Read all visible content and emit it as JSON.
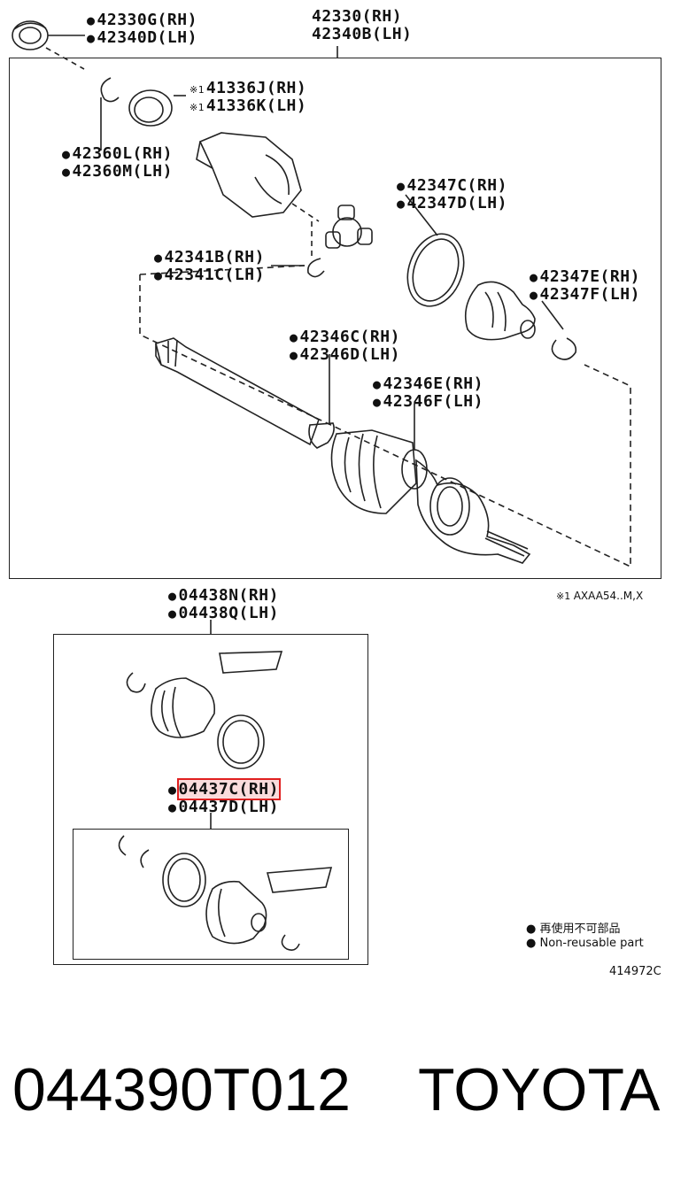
{
  "top_box": {
    "title_rh": "42330(RH)",
    "title_lh": "42340B(LH)"
  },
  "parts": {
    "p1_rh": "42330G(RH)",
    "p1_lh": "42340D(LH)",
    "p2_rh": "41336J(RH)",
    "p2_lh": "41336K(LH)",
    "p3_rh": "42360L(RH)",
    "p3_lh": "42360M(LH)",
    "p4_rh": "42347C(RH)",
    "p4_lh": "42347D(LH)",
    "p5_rh": "42341B(RH)",
    "p5_lh": "42341C(LH)",
    "p6_rh": "42347E(RH)",
    "p6_lh": "42347F(LH)",
    "p7_rh": "42346C(RH)",
    "p7_lh": "42346D(LH)",
    "p8_rh": "42346E(RH)",
    "p8_lh": "42346F(LH)"
  },
  "footnote": "AXAA54..M,X",
  "kit_outer": {
    "rh": "04438N(RH)",
    "lh": "04438Q(LH)"
  },
  "kit_inner": {
    "rh": "04437C(RH)",
    "lh": "04437D(LH)"
  },
  "legend": {
    "line1": "再使用不可部品",
    "line2": "Non-reusable part"
  },
  "diagram_code": "414972C",
  "part_number": "044390T012",
  "brand": "TOYOTA",
  "colors": {
    "highlight": "#e02020",
    "line": "#222222"
  }
}
